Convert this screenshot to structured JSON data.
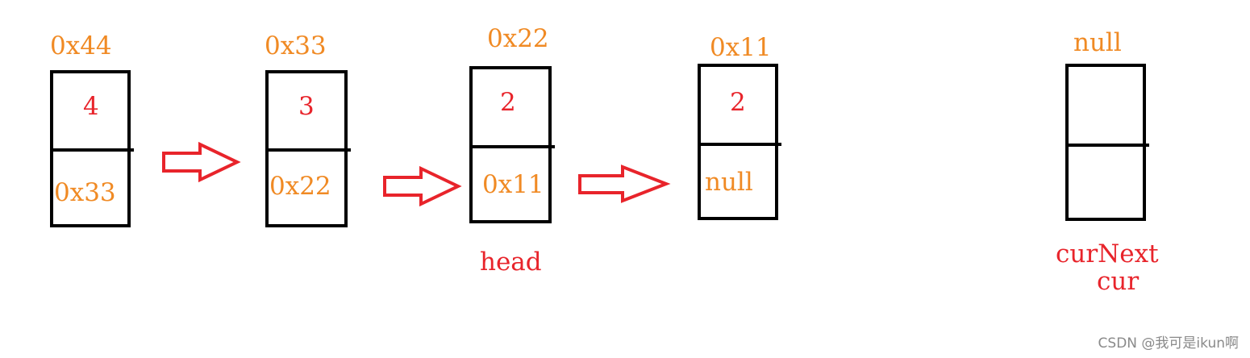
{
  "nodes": [
    {
      "address": "0x44",
      "value": "4",
      "next": "0x33"
    },
    {
      "address": "0x33",
      "value": "3",
      "next": "0x22"
    },
    {
      "address": "0x22",
      "value": "2",
      "next": "0x11"
    },
    {
      "address": "0x11",
      "value": "2",
      "next": "null"
    },
    {
      "address": "null",
      "value": "",
      "next": ""
    }
  ],
  "labels": {
    "head": "head",
    "cur_next": "curNext",
    "cur": "cur"
  },
  "watermark": "CSDN @我可是ikun啊",
  "colors": {
    "address": "#f08a24",
    "value": "#e8242b",
    "arrow": "#e8242b",
    "box": "#000000"
  }
}
